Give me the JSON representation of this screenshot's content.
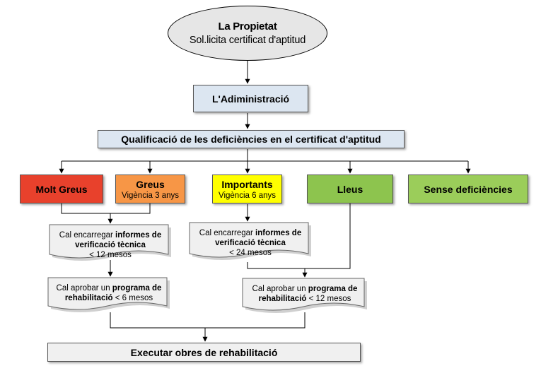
{
  "start": {
    "title": "La Propietat",
    "subtitle": "Sol.licita certificat d'aptitud"
  },
  "administration": {
    "label": "L'Adiministració"
  },
  "qualification": {
    "label": "Qualificació de les deficiències en el certificat d'aptitud"
  },
  "categories": {
    "molt_greus": {
      "title": "Molt Greus",
      "color": "#e8412c"
    },
    "greus": {
      "title": "Greus",
      "subtitle": "Vigència 3 anys",
      "color": "#f79646"
    },
    "importants": {
      "title": "Importants",
      "subtitle": "Vigència 6 anys",
      "color": "#ffff00"
    },
    "lleus": {
      "title": "Lleus",
      "color": "#8dc44e"
    },
    "sense": {
      "title": "Sense deficiències",
      "color": "#9bcd5a"
    }
  },
  "reports": {
    "left": {
      "prefix": "Cal encarregar ",
      "bold_1": "informes de",
      "bold_2": "verificació tècnica",
      "period": "< 12 mesos"
    },
    "right": {
      "prefix": "Cal encarregar ",
      "bold_1": "informes de",
      "bold_2": "verificació tècnica",
      "period": "< 24 mesos"
    }
  },
  "programs": {
    "left": {
      "prefix": "Cal aprobar un ",
      "bold_1": "programa de",
      "bold_2": "rehabilitació",
      "period": " < 6 mesos"
    },
    "right": {
      "prefix": "Cal aprobar un ",
      "bold_1": "programa de",
      "bold_2": "rehabilitació",
      "period": " < 12 mesos"
    }
  },
  "final": {
    "label": "Executar obres de rehabilitació"
  }
}
